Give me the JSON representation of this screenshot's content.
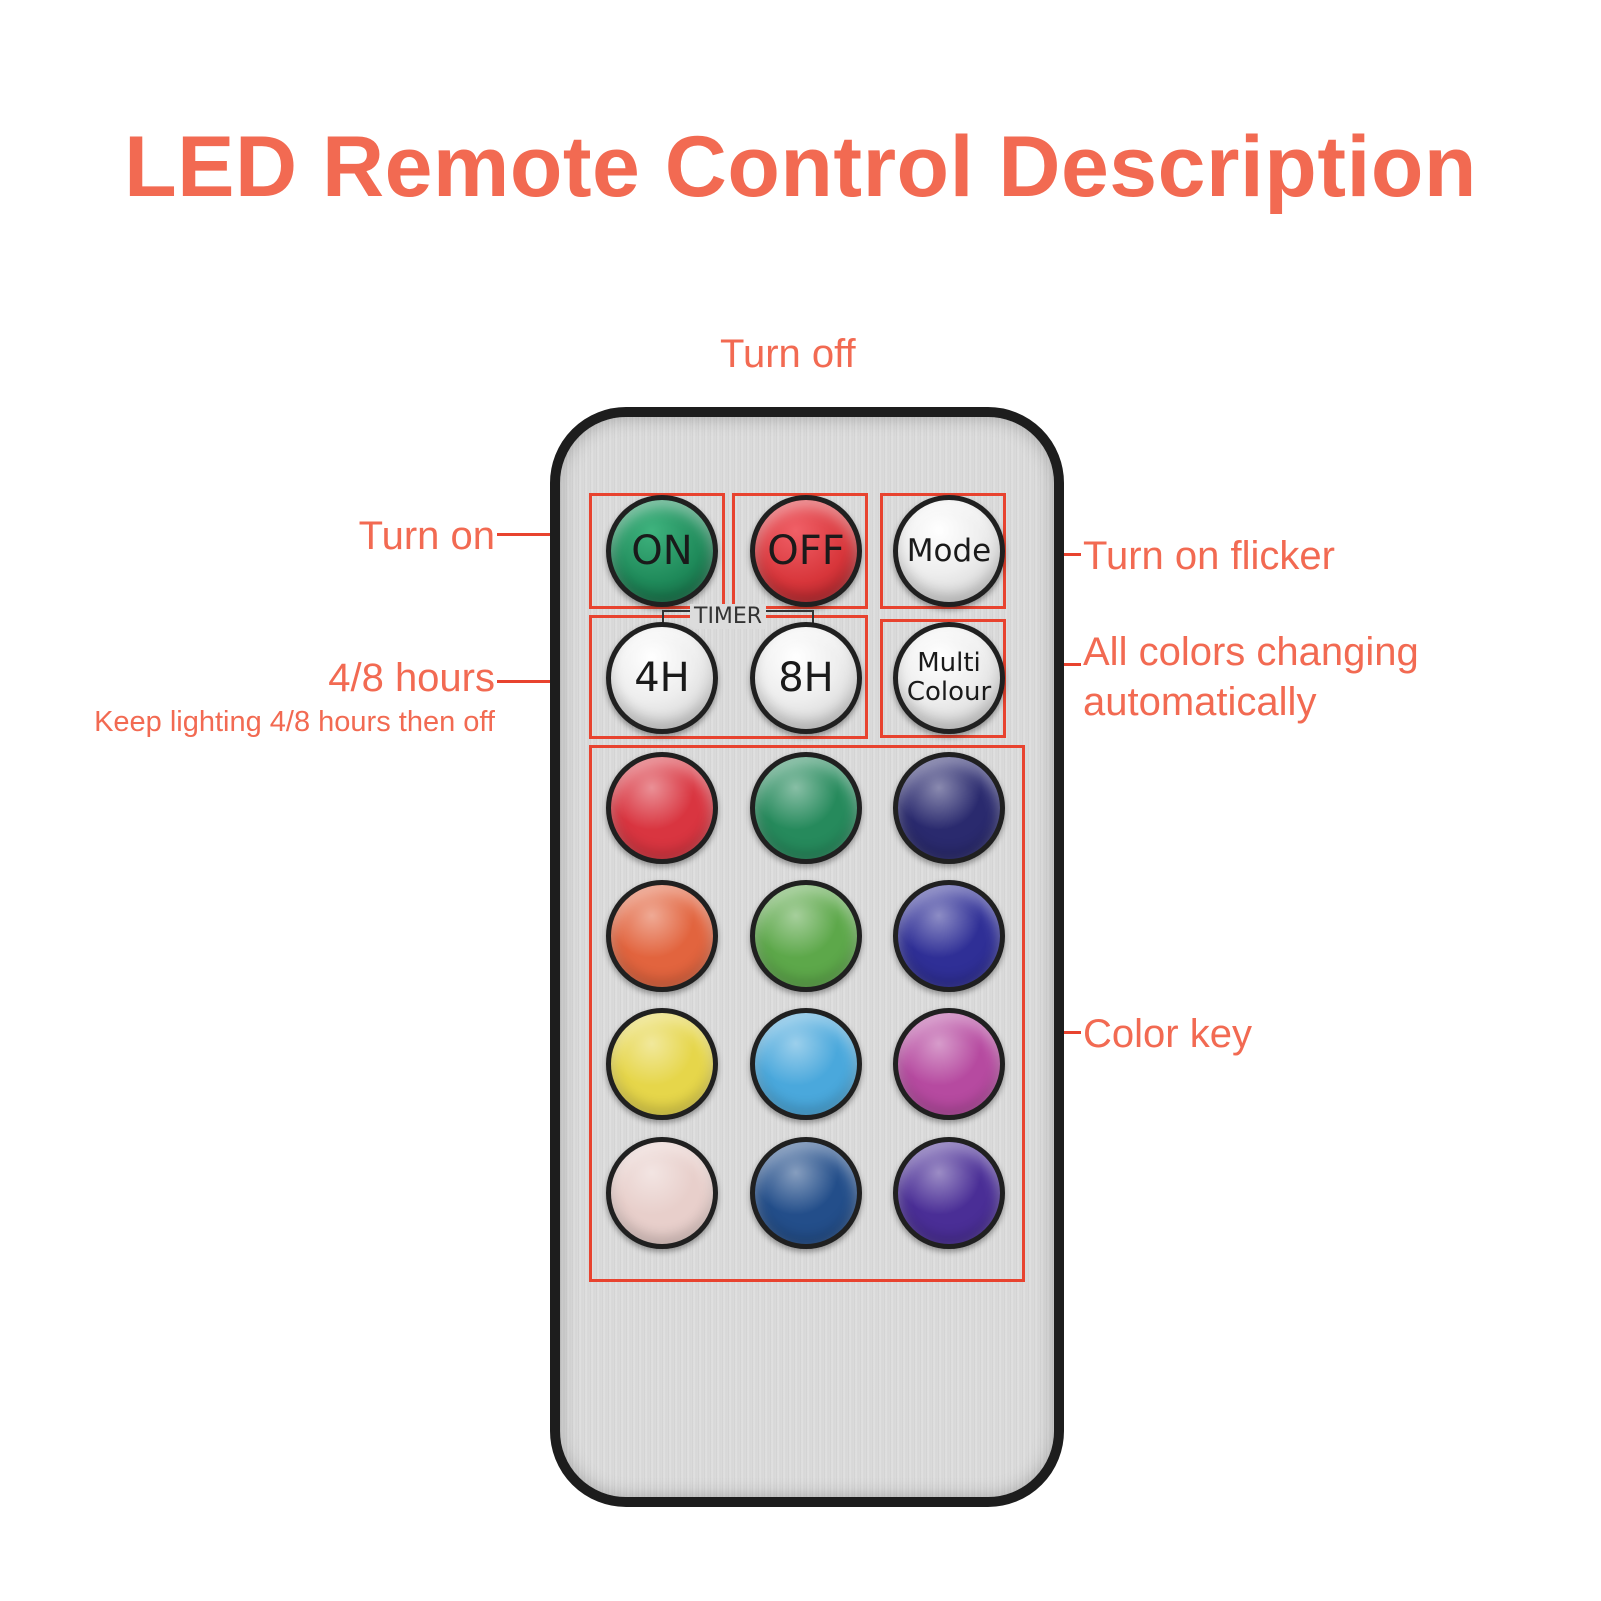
{
  "title": "LED Remote Control Description",
  "annotations": {
    "turn_off": "Turn off",
    "turn_on": "Turn on",
    "turn_on_flicker": "Turn on flicker",
    "hours": "4/8 hours",
    "hours_sub": "Keep lighting 4/8 hours then off",
    "all_colors_line1": "All colors changing",
    "all_colors_line2": "automatically",
    "color_key": "Color key"
  },
  "remote": {
    "on": "ON",
    "off": "OFF",
    "mode": "Mode",
    "timer": "TIMER",
    "h4": "4H",
    "h8": "8H",
    "multi_line1": "Multi",
    "multi_line2": "Colour"
  },
  "colors": {
    "accent": "#f26a52",
    "highlight_box": "#e8432f",
    "on_button": "#1f8a5a",
    "off_button": "#d8363b",
    "color_keys": [
      [
        "#d93540",
        "#268a5c",
        "#2a2a6e"
      ],
      [
        "#e2643e",
        "#5da84a",
        "#2f2f96"
      ],
      [
        "#e6d64a",
        "#4aa8dc",
        "#b64aa0"
      ],
      [
        "#e8cfcb",
        "#234e8a",
        "#4a2e96"
      ]
    ]
  }
}
